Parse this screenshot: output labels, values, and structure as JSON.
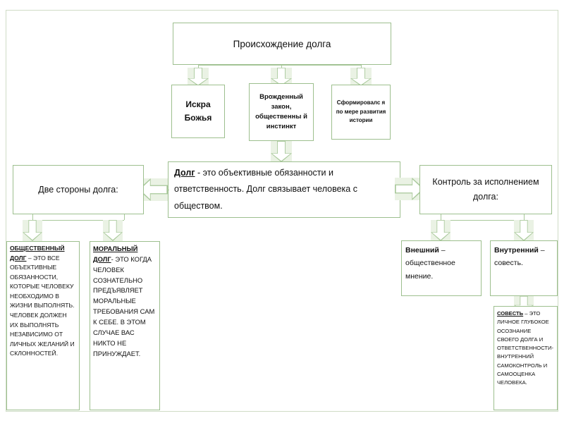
{
  "diagram": {
    "title_box": {
      "label": "Происхождение долга"
    },
    "origin_sources": [
      {
        "name": "spark",
        "label": "Искра Божья"
      },
      {
        "name": "innate-law",
        "label": "Врожденный закон, общественны й инстинкт"
      },
      {
        "name": "formed-history",
        "label": "Сформировалс я по мере развития истории"
      }
    ],
    "definition": {
      "term": "Долг",
      "text": " - это объективные обязанности и ответственность. Долг связывает человека с обществом."
    },
    "left_branch": {
      "header": "Две стороны долга:",
      "items": [
        {
          "name": "social-duty",
          "term": "ОБЩЕСТВЕННЫЙ ДОЛГ",
          "text": " – ЭТО ВСЕ ОБЪЕКТИВНЫЕ ОБЯЗАННОСТИ, КОТОРЫЕ ЧЕЛОВЕКУ НЕОБХОДИМО В ЖИЗНИ ВЫПОЛНЯТЬ. ЧЕЛОВЕК ДОЛЖЕН ИХ ВЫПОЛНЯТЬ НЕЗАВИСИМО ОТ ЛИЧНЫХ ЖЕЛАНИЙ И СКЛОННОСТЕЙ."
        },
        {
          "name": "moral-duty",
          "term": "МОРАЛЬНЫЙ ДОЛГ",
          "text": "- ЭТО КОГДА ЧЕЛОВЕК СОЗНАТЕЛЬНО ПРЕДЪЯВЛЯЕТ МОРАЛЬНЫЕ ТРЕБОВАНИЯ САМ К СЕБЕ. В ЭТОМ СЛУЧАЕ ВАС НИКТО НЕ ПРИНУЖДАЕТ."
        }
      ]
    },
    "right_branch": {
      "header": "Контроль за исполнением долга:",
      "items": [
        {
          "name": "external-control",
          "term": "Внешний",
          "text": " – общественное мнение."
        },
        {
          "name": "internal-control",
          "term": "Внутренний",
          "text": " – совесть."
        }
      ],
      "detail": {
        "name": "conscience",
        "term": "СОВЕСТЬ",
        "text": " – ЭТО ЛИЧНОЕ  ГЛУБОКОЕ ОСОЗНАНИЕ СВОЕГО ДОЛГА И ОТВЕТСТВЕННОСТИ- ВНУТРЕННИЙ САМОКОНТРОЛЬ И САМООЦЕНКА ЧЕЛОВЕКА."
      }
    },
    "colors": {
      "border": "#9dbf8e",
      "arrow_outline": "#a8c89a",
      "frame": "#cfdcc6",
      "background": "#ffffff",
      "text": "#111111"
    }
  }
}
